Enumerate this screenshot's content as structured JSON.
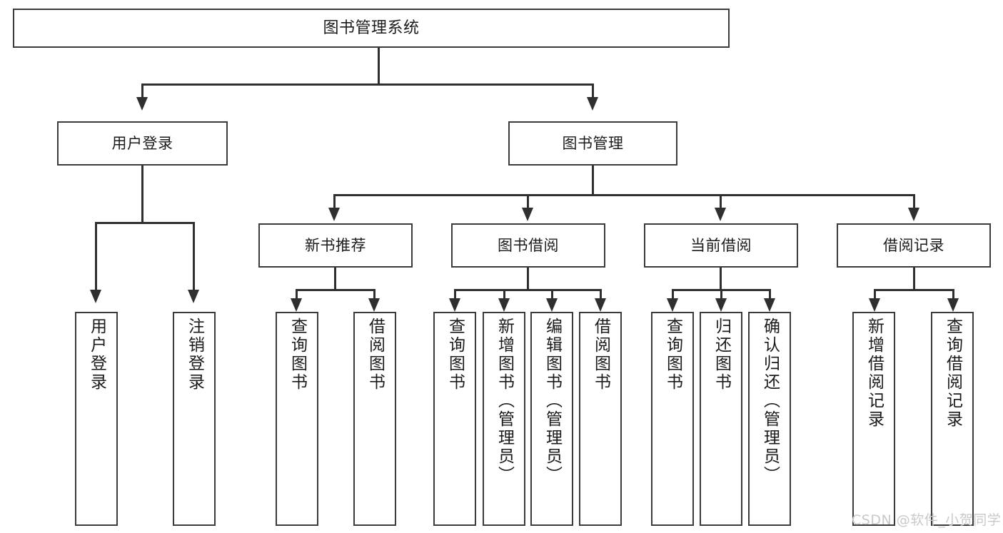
{
  "diagram": {
    "title": "图书管理系统",
    "watermark": "CSDN @软件_小贺同学",
    "colors": {
      "box_border": "#3b3b3b",
      "connector": "#2f2f2f",
      "background": "#ffffff",
      "watermark": "#c9c9c9"
    },
    "root": {
      "label": "图书管理系统"
    },
    "level2": [
      {
        "label": "用户登录"
      },
      {
        "label": "图书管理"
      }
    ],
    "level3": [
      {
        "label": "新书推荐"
      },
      {
        "label": "图书借阅"
      },
      {
        "label": "当前借阅"
      },
      {
        "label": "借阅记录"
      }
    ],
    "leaves": {
      "user_login": [
        {
          "label": "用户登录"
        },
        {
          "label": "注销登录"
        }
      ],
      "new_book_recommend": [
        {
          "label": "查询图书"
        },
        {
          "label": "借阅图书"
        }
      ],
      "book_borrow": [
        {
          "label": "查询图书"
        },
        {
          "label": "新增图书（管理员）"
        },
        {
          "label": "编辑图书（管理员）"
        },
        {
          "label": "借阅图书"
        }
      ],
      "current_borrow": [
        {
          "label": "查询图书"
        },
        {
          "label": "归还图书"
        },
        {
          "label": "确认归还（管理员）"
        }
      ],
      "borrow_record": [
        {
          "label": "新增借阅记录"
        },
        {
          "label": "查询借阅记录"
        }
      ]
    }
  }
}
